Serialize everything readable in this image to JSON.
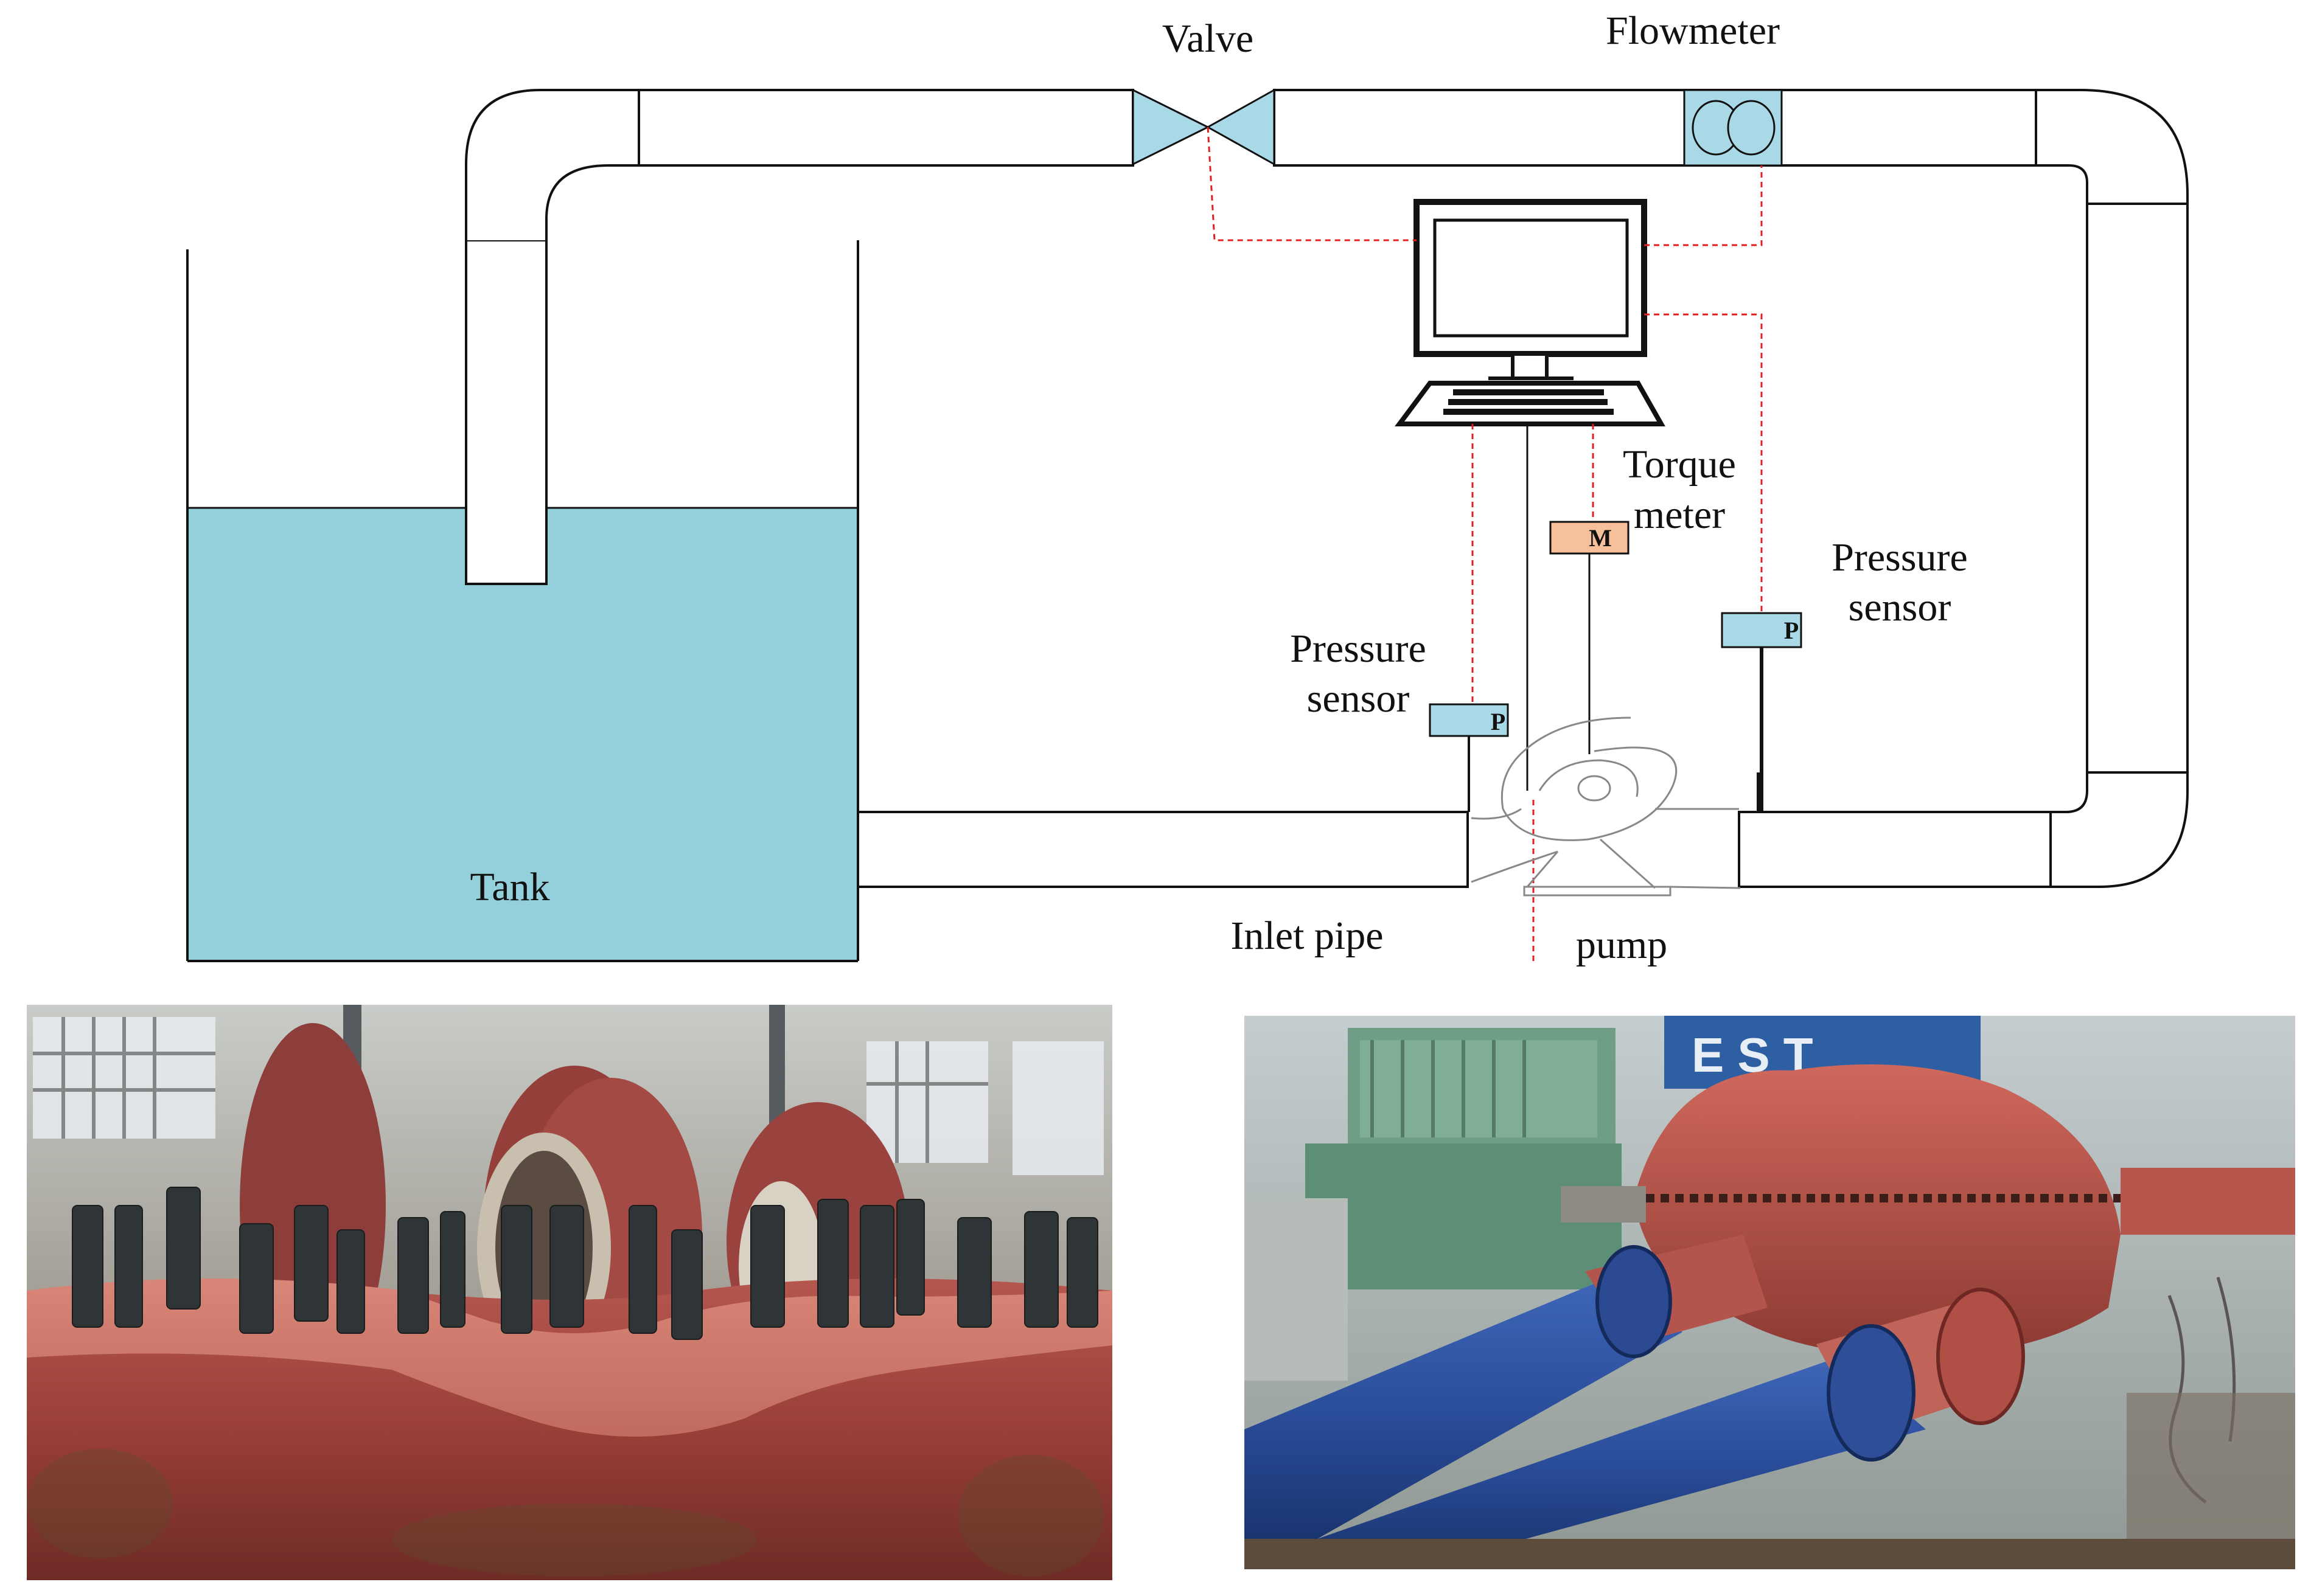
{
  "labels": {
    "valve": "Valve",
    "flowmeter": "Flowmeter",
    "torque_line1": "Torque",
    "torque_line2": "meter",
    "pressure_left_line1": "Pressure",
    "pressure_left_line2": "sensor",
    "pressure_right_line1": "Pressure",
    "pressure_right_line2": "sensor",
    "tank": "Tank",
    "inlet_pipe": "Inlet pipe",
    "pump": "pump",
    "motor_letter": "M",
    "sensor_letter_left": "P",
    "sensor_letter_right": "P"
  },
  "colors": {
    "water": "#94cfdc",
    "device_blue": "#a9d8e6",
    "torque_meter": "#f5c09a",
    "signal_line": "#e02020",
    "outline": "#111111"
  },
  "photos": {
    "left": "pump casing photo",
    "right": "pump test rig photo"
  },
  "photo_overlay": {
    "sign_text": "EST"
  }
}
